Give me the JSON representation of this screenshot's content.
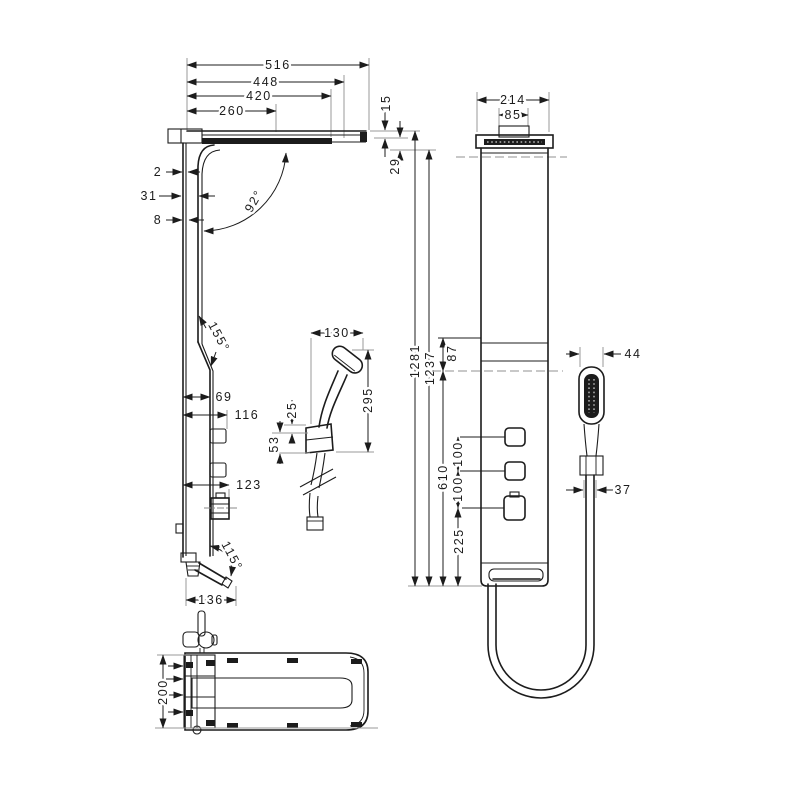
{
  "drawing": {
    "type": "technical-dimension-drawing",
    "background": "#ffffff",
    "line_color": "#1c1c1c",
    "ext_line_color": "#9a9a9a",
    "units": "mm"
  },
  "views": {
    "side": {
      "dims": {
        "w516": "516",
        "w448": "448",
        "w420": "420",
        "w260": "260",
        "g2": "2",
        "g31": "31",
        "g8": "8",
        "a92": "92°",
        "a155": "155°",
        "a115": "115°",
        "d69": "69",
        "d116": "116",
        "d123": "123",
        "w136": "136"
      }
    },
    "handshower": {
      "dims": {
        "w130": "130",
        "h295": "295",
        "g25": "25",
        "g53": "53"
      }
    },
    "front": {
      "dims": {
        "w214": "214",
        "w85": "85",
        "g15": "15",
        "g29": "29",
        "h1281": "1281",
        "h1237": "1237",
        "g87": "87",
        "h610": "610",
        "s100a": "100",
        "s100b": "100",
        "b225": "225",
        "w44": "44",
        "w37": "37"
      }
    },
    "plan": {
      "dims": {
        "d200": "200"
      }
    }
  }
}
